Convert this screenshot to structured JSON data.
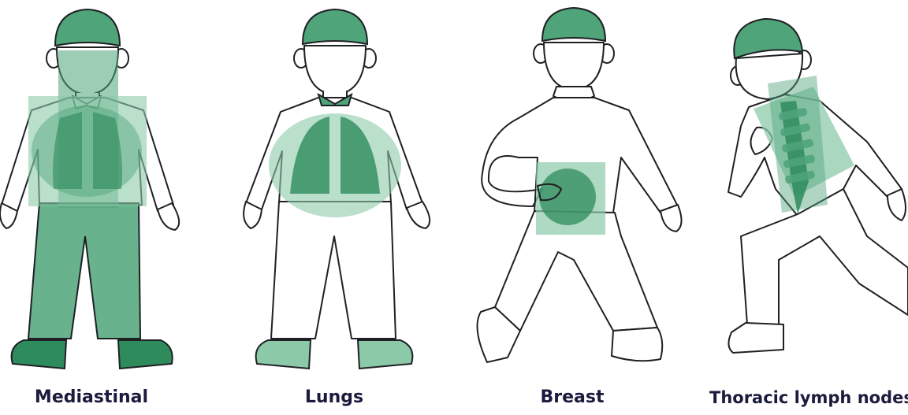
{
  "colors": {
    "ink": "#1f2024",
    "label": "#1a1b3d",
    "green_dark": "#2e8b5c",
    "green_mid": "#4fa47a",
    "green_light": "#8cc9a9",
    "green_pale": "#b3dcc4"
  },
  "figures": [
    {
      "id": "mediastinal",
      "label": "Mediastinal",
      "icon": "child-figure-highlight-mediastinal-icon"
    },
    {
      "id": "lungs",
      "label": "Lungs",
      "icon": "child-figure-highlight-lungs-icon"
    },
    {
      "id": "breast",
      "label": "Breast",
      "icon": "child-figure-highlight-breast-icon"
    },
    {
      "id": "thoracic",
      "label": "Thoracic lymph nodes",
      "icon": "child-figure-highlight-spine-lymph-nodes-icon"
    }
  ]
}
